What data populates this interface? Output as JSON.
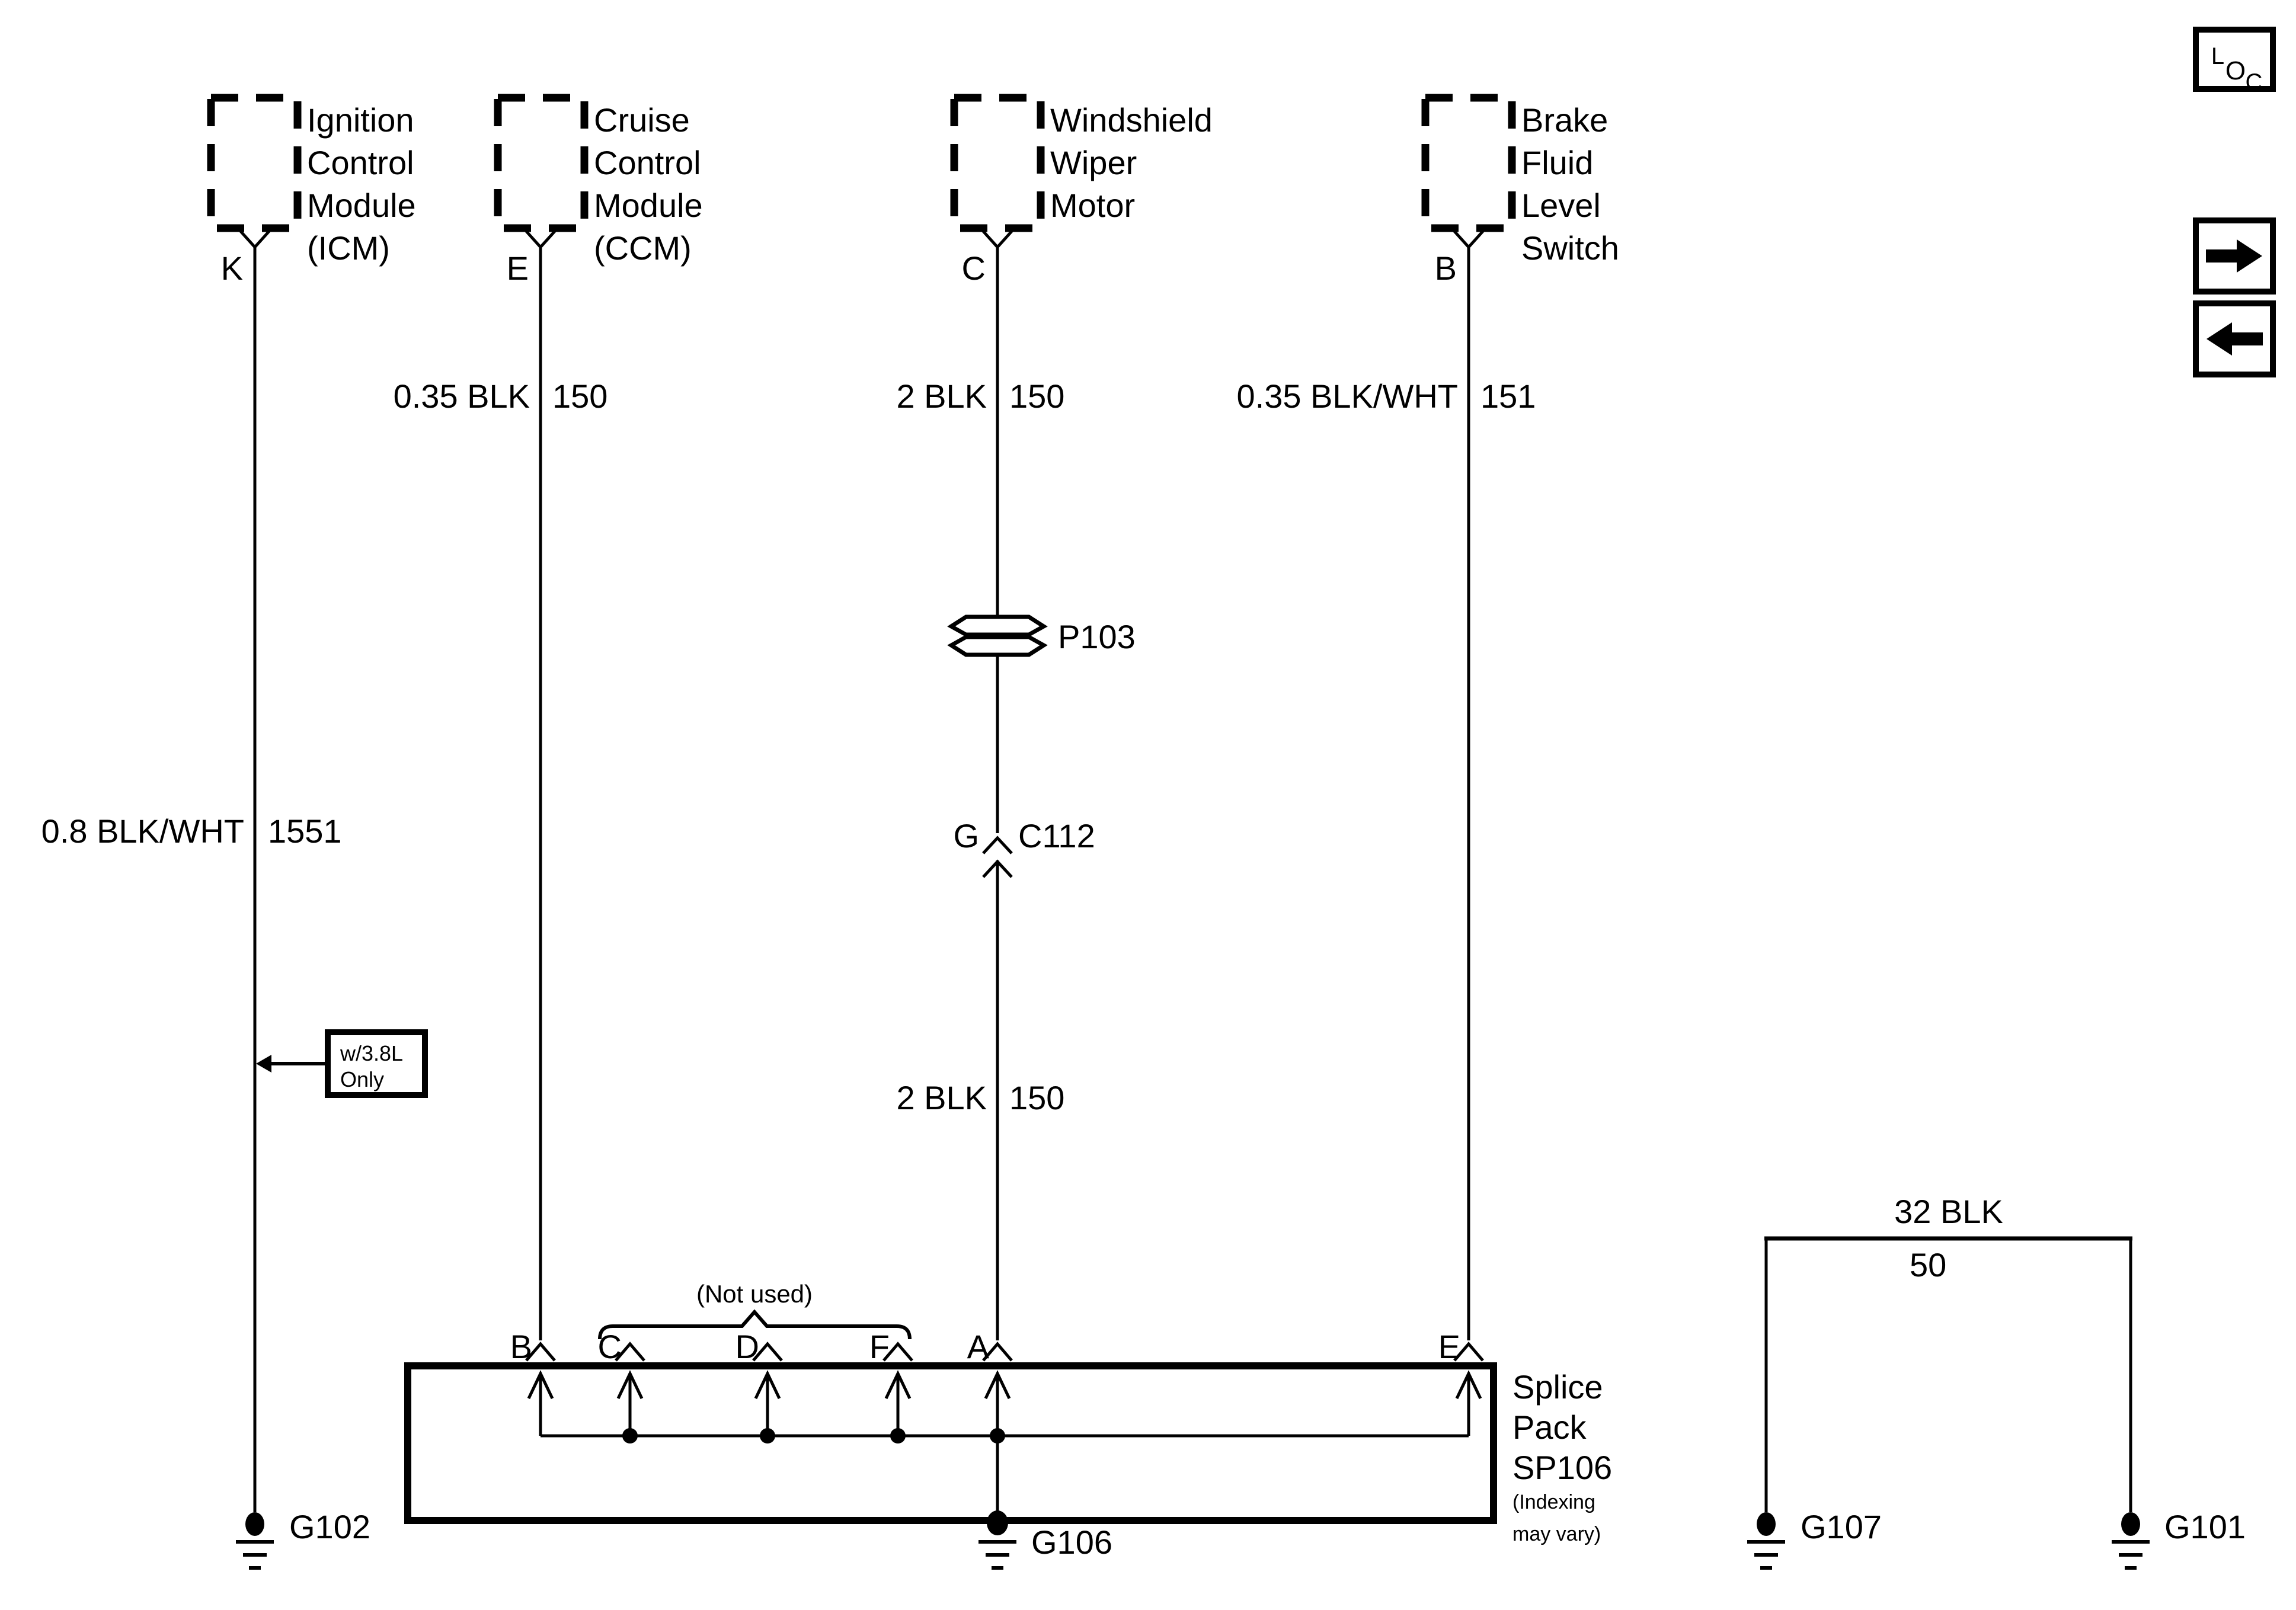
{
  "diagram": {
    "components": [
      {
        "pin": "K",
        "label_lines": [
          "Ignition",
          "Control",
          "Module",
          "(ICM)"
        ]
      },
      {
        "pin": "E",
        "label_lines": [
          "Cruise",
          "Control",
          "Module",
          "(CCM)"
        ]
      },
      {
        "pin": "C",
        "label_lines": [
          "Windshield",
          "Wiper",
          "Motor",
          ""
        ]
      },
      {
        "pin": "B",
        "label_lines": [
          "Brake",
          "Fluid",
          "Level",
          "Switch"
        ]
      }
    ],
    "wires": [
      {
        "label": "0.8 BLK/WHT",
        "circuit": "1551"
      },
      {
        "label": "0.35 BLK",
        "circuit": "150"
      },
      {
        "label": "2 BLK",
        "circuit": "150"
      },
      {
        "label": "0.35 BLK/WHT",
        "circuit": "151"
      },
      {
        "label": "2 BLK",
        "circuit": "150"
      },
      {
        "label": "32 BLK",
        "circuit": "50"
      }
    ],
    "connectors": {
      "grommet": {
        "name": "P103"
      },
      "inline": {
        "pin": "G",
        "name": "C112"
      }
    },
    "note_box": {
      "lines": [
        "w/3.8L",
        "Only"
      ]
    },
    "splice_pack": {
      "not_used_note": "(Not used)",
      "pins": [
        "B",
        "C",
        "D",
        "F",
        "A",
        "E"
      ],
      "label_lines": [
        "Splice",
        "Pack",
        "SP106"
      ],
      "note_lines": [
        "(Indexing",
        "may vary)"
      ]
    },
    "grounds": [
      {
        "name": "G102"
      },
      {
        "name": "G106"
      },
      {
        "name": "G107"
      },
      {
        "name": "G101"
      }
    ],
    "nav": {
      "loc_letters": [
        "L",
        "O",
        "C"
      ]
    }
  },
  "colors": {
    "ink": "#000000",
    "paper": "#ffffff"
  }
}
